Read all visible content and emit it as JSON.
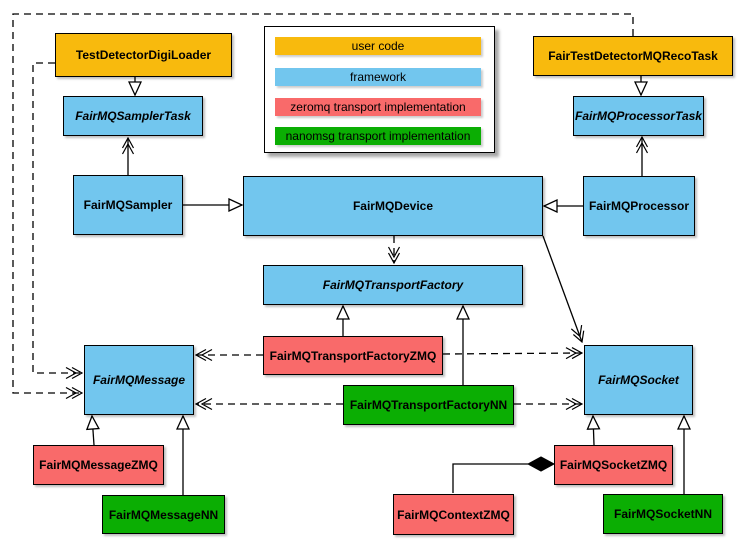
{
  "legend": {
    "items": [
      {
        "id": "user-code",
        "label": "user code",
        "color": "#F8BA0D"
      },
      {
        "id": "framework",
        "label": "framework",
        "color": "#72C6EE"
      },
      {
        "id": "zeromq",
        "label": "zeromq transport implementation",
        "color": "#F96A6A"
      },
      {
        "id": "nanomsg",
        "label": "nanomsg transport implementation",
        "color": "#0BAE03"
      }
    ]
  },
  "nodes": {
    "testDetectorDigiLoader": {
      "label": "TestDetectorDigiLoader",
      "category": "user code",
      "abstract": false
    },
    "fairTestDetectorMQRecoTask": {
      "label": "FairTestDetectorMQRecoTask",
      "category": "user code",
      "abstract": false
    },
    "fairMQSamplerTask": {
      "label": "FairMQSamplerTask",
      "category": "framework",
      "abstract": true
    },
    "fairMQProcessorTask": {
      "label": "FairMQProcessorTask",
      "category": "framework",
      "abstract": true
    },
    "fairMQSampler": {
      "label": "FairMQSampler",
      "category": "framework",
      "abstract": false
    },
    "fairMQDevice": {
      "label": "FairMQDevice",
      "category": "framework",
      "abstract": false
    },
    "fairMQProcessor": {
      "label": "FairMQProcessor",
      "category": "framework",
      "abstract": false
    },
    "fairMQTransportFactory": {
      "label": "FairMQTransportFactory",
      "category": "framework",
      "abstract": true
    },
    "fairMQTransportFactoryZMQ": {
      "label": "FairMQTransportFactoryZMQ",
      "category": "zeromq",
      "abstract": false
    },
    "fairMQTransportFactoryNN": {
      "label": "FairMQTransportFactoryNN",
      "category": "nanomsg",
      "abstract": false
    },
    "fairMQMessage": {
      "label": "FairMQMessage",
      "category": "framework",
      "abstract": true
    },
    "fairMQSocket": {
      "label": "FairMQSocket",
      "category": "framework",
      "abstract": true
    },
    "fairMQMessageZMQ": {
      "label": "FairMQMessageZMQ",
      "category": "zeromq",
      "abstract": false
    },
    "fairMQMessageNN": {
      "label": "FairMQMessageNN",
      "category": "nanomsg",
      "abstract": false
    },
    "fairMQSocketZMQ": {
      "label": "FairMQSocketZMQ",
      "category": "zeromq",
      "abstract": false
    },
    "fairMQSocketNN": {
      "label": "FairMQSocketNN",
      "category": "nanomsg",
      "abstract": false
    },
    "fairMQContextZMQ": {
      "label": "FairMQContextZMQ",
      "category": "zeromq",
      "abstract": false
    }
  },
  "relationships": [
    {
      "from": "TestDetectorDigiLoader",
      "to": "FairMQSamplerTask",
      "type": "inheritance"
    },
    {
      "from": "FairTestDetectorMQRecoTask",
      "to": "FairMQProcessorTask",
      "type": "inheritance"
    },
    {
      "from": "FairMQSampler",
      "to": "FairMQDevice",
      "type": "inheritance"
    },
    {
      "from": "FairMQProcessor",
      "to": "FairMQDevice",
      "type": "inheritance"
    },
    {
      "from": "FairMQSampler",
      "to": "FairMQSamplerTask",
      "type": "association"
    },
    {
      "from": "FairMQProcessor",
      "to": "FairMQProcessorTask",
      "type": "association"
    },
    {
      "from": "FairMQDevice",
      "to": "FairMQTransportFactory",
      "type": "dependency"
    },
    {
      "from": "FairMQDevice",
      "to": "FairMQSocket",
      "type": "association"
    },
    {
      "from": "FairMQTransportFactoryZMQ",
      "to": "FairMQTransportFactory",
      "type": "inheritance"
    },
    {
      "from": "FairMQTransportFactoryNN",
      "to": "FairMQTransportFactory",
      "type": "inheritance"
    },
    {
      "from": "FairMQTransportFactoryZMQ",
      "to": "FairMQMessage",
      "type": "dependency"
    },
    {
      "from": "FairMQTransportFactoryZMQ",
      "to": "FairMQSocket",
      "type": "dependency"
    },
    {
      "from": "FairMQTransportFactoryNN",
      "to": "FairMQMessage",
      "type": "dependency"
    },
    {
      "from": "FairMQTransportFactoryNN",
      "to": "FairMQSocket",
      "type": "dependency"
    },
    {
      "from": "TestDetectorDigiLoader",
      "to": "FairMQMessage",
      "type": "dependency"
    },
    {
      "from": "FairTestDetectorMQRecoTask",
      "to": "FairMQMessage",
      "type": "dependency"
    },
    {
      "from": "FairMQMessageZMQ",
      "to": "FairMQMessage",
      "type": "inheritance"
    },
    {
      "from": "FairMQMessageNN",
      "to": "FairMQMessage",
      "type": "inheritance"
    },
    {
      "from": "FairMQSocketZMQ",
      "to": "FairMQSocket",
      "type": "inheritance"
    },
    {
      "from": "FairMQSocketNN",
      "to": "FairMQSocket",
      "type": "inheritance"
    },
    {
      "from": "FairMQSocketZMQ",
      "to": "FairMQContextZMQ",
      "type": "composition"
    }
  ]
}
